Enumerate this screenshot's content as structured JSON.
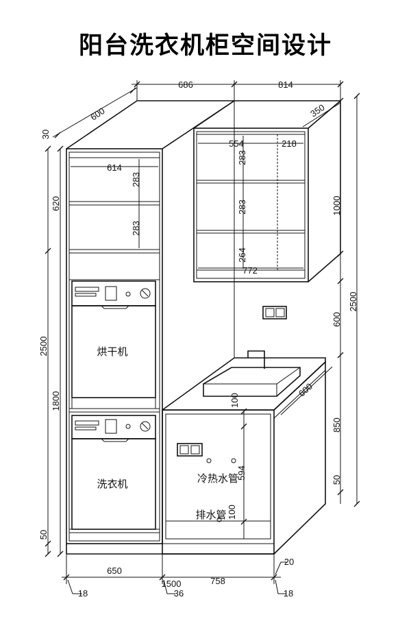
{
  "title": "阳台洗衣机柜空间设计",
  "labels": {
    "dryer": "烘干机",
    "washer": "洗衣机",
    "water_pipes": "冷热水管",
    "drain_pipe": "排水管"
  },
  "dims": {
    "top_depth": "600",
    "top_left_width": "686",
    "top_right_width": "814",
    "wall_cab_depth": "350",
    "left_top_gap": "30",
    "left_upper": "620",
    "left_total": "2500",
    "left_lower": "1800",
    "left_base": "50",
    "shelf_width": "614",
    "shelf_h1": "283",
    "shelf_h2": "283",
    "wall_w1": "554",
    "wall_w2": "218",
    "wall_h1": "283",
    "wall_h2": "283",
    "wall_h3": "264",
    "wall_inner_width": "772",
    "right_wall_cab": "1000",
    "right_gap": "600",
    "right_base_cab": "850",
    "right_plinth": "50",
    "right_total": "2500",
    "base_depth": "600",
    "base_top_offset": "100",
    "pipe_height": "594",
    "drain_offset": "100",
    "bottom_left": "650",
    "bottom_mid": "1500",
    "bottom_right": "758",
    "bottom_small_left": "18",
    "bottom_small_mid": "36",
    "bottom_small_right": "18",
    "bottom_top_right": "20"
  }
}
